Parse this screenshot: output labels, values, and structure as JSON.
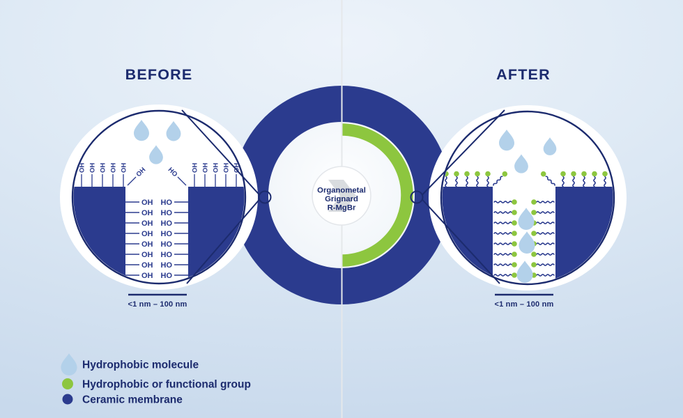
{
  "titles": {
    "before": "BEFORE",
    "after": "AFTER"
  },
  "center_label": {
    "line1": "Organometal",
    "line2": "Grignard",
    "line3": "R-MgBr"
  },
  "scale_labels": {
    "before": "<1 nm – 100 nm",
    "after": "<1 nm – 100 nm"
  },
  "before_panel": {
    "surface_group_label": "OH",
    "diagonal_left_label": "OH",
    "diagonal_right_label": "HO",
    "pore_left_label": "OH",
    "pore_right_label": "HO",
    "surface_groups_per_side": 5,
    "pore_rows_per_side": 8,
    "droplet_count": 3
  },
  "after_panel": {
    "surface_chains_per_side": 5,
    "pore_chains_per_side": 8,
    "droplet_count": 6
  },
  "legend": {
    "items": [
      {
        "icon": "droplet-icon",
        "label": "Hydrophobic molecule"
      },
      {
        "icon": "green-dot-icon",
        "label": "Hydrophobic or functional group"
      },
      {
        "icon": "navy-dot-icon",
        "label": "Ceramic membrane"
      }
    ]
  },
  "colors": {
    "navy": "#2b3b8e",
    "navy_dark": "#1c2b6e",
    "green": "#8dc63f",
    "droplet": "#b3d1ea",
    "divider": "#e5e8ea",
    "center_stroke": "#e3e6ea",
    "arrow_gray": "#d9dcdf",
    "inner_circle": "#f4f8fb",
    "background_top": "#edf3fa",
    "background_bottom": "#c8d9ec"
  }
}
